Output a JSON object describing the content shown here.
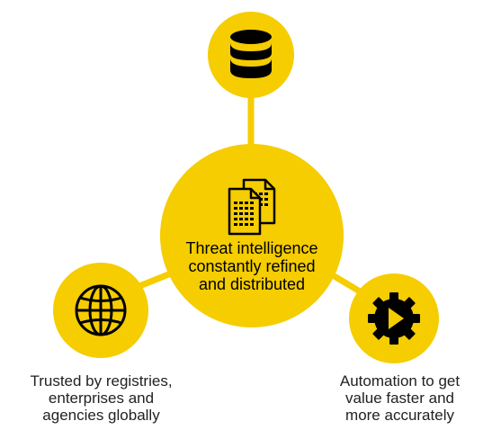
{
  "colors": {
    "accent": "#F5CD00",
    "icon": "#000000",
    "caption_text": "#222222"
  },
  "nodes": {
    "top": {
      "icon": "database-icon"
    },
    "center": {
      "icon": "documents-icon",
      "text_lines": [
        "Threat intelligence",
        "constantly refined",
        "and distributed"
      ]
    },
    "left": {
      "icon": "globe-icon",
      "caption_lines": [
        "Trusted by registries,",
        "enterprises and",
        "agencies globally"
      ]
    },
    "right": {
      "icon": "gear-play-icon",
      "caption_lines": [
        "Automation to get",
        "value faster and",
        "more accurately"
      ]
    }
  }
}
